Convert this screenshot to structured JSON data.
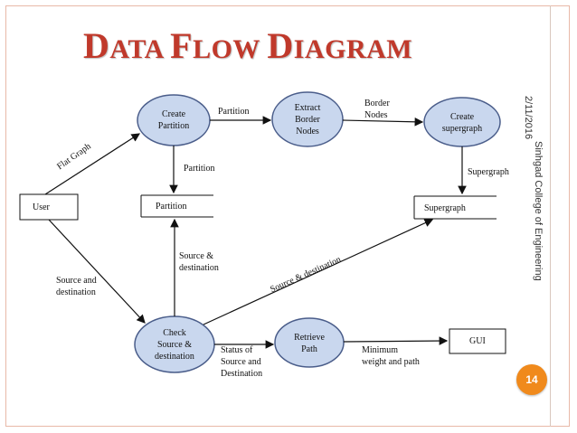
{
  "title": {
    "first_cap": "D",
    "first_rest": "ATA ",
    "second_cap": "F",
    "second_rest": "LOW ",
    "third_cap": "D",
    "third_rest": "IAGRAM"
  },
  "sidebar": {
    "date": "2/11/2016",
    "organization": "Sinhgad College of Engineering"
  },
  "page_number": "14",
  "colors": {
    "title": "#c0392b",
    "process_fill": "#c9d7ee",
    "process_stroke": "#4a5d8a",
    "badge": "#f08a1c"
  },
  "nodes": {
    "user": "User",
    "gui": "GUI",
    "create_partition": [
      "Create",
      "Partition"
    ],
    "extract_border": [
      "Extract",
      "Border",
      "Nodes"
    ],
    "create_supergraph": [
      "Create",
      "supergraph"
    ],
    "check_source": [
      "Check",
      "Source &",
      "destination"
    ],
    "retrieve_path": [
      "Retrieve",
      "Path"
    ],
    "store_partition": "Partition",
    "store_supergraph": "Supergraph"
  },
  "flows": {
    "flat_graph": "Flat Graph",
    "partition_top": "Partition",
    "border_nodes": [
      "Border",
      "Nodes"
    ],
    "partition_down": "Partition",
    "supergraph_down": "Supergraph",
    "source_dest_up": [
      "Source &",
      "destination"
    ],
    "source_dest_diag": "Source & destination",
    "source_and_destination": [
      "Source and",
      "destination"
    ],
    "status": [
      "Status of",
      "Source and",
      "Destination"
    ],
    "minimum": [
      "Minimum",
      "weight and path"
    ]
  }
}
